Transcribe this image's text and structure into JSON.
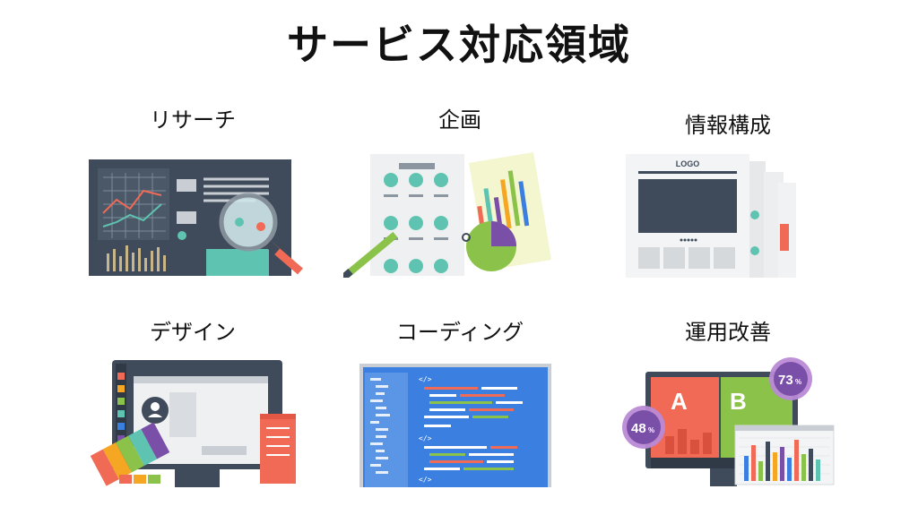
{
  "title": "サービス対応領域",
  "services": [
    {
      "label": "リサーチ",
      "icon": "research-magnifier-chart-icon"
    },
    {
      "label": "企画",
      "icon": "planning-documents-chart-icon"
    },
    {
      "label": "情報構成",
      "icon": "information-architecture-wireframe-icon"
    },
    {
      "label": "デザイン",
      "icon": "design-monitor-palette-icon"
    },
    {
      "label": "コーディング",
      "icon": "coding-editor-icon"
    },
    {
      "label": "運用改善",
      "icon": "ab-test-improvement-icon"
    }
  ],
  "art_text": {
    "logo": "LOGO",
    "variant_a": "A",
    "variant_b": "B",
    "badge_left": "48",
    "badge_left_unit": "%",
    "badge_right": "73",
    "badge_right_unit": "%",
    "code_tag": "</>"
  },
  "colors": {
    "navy": "#3f4b5a",
    "teal": "#5ec3b0",
    "coral": "#f06a55",
    "blue": "#3b7fe0",
    "green": "#8bc34a",
    "purple": "#7a4fa8"
  }
}
